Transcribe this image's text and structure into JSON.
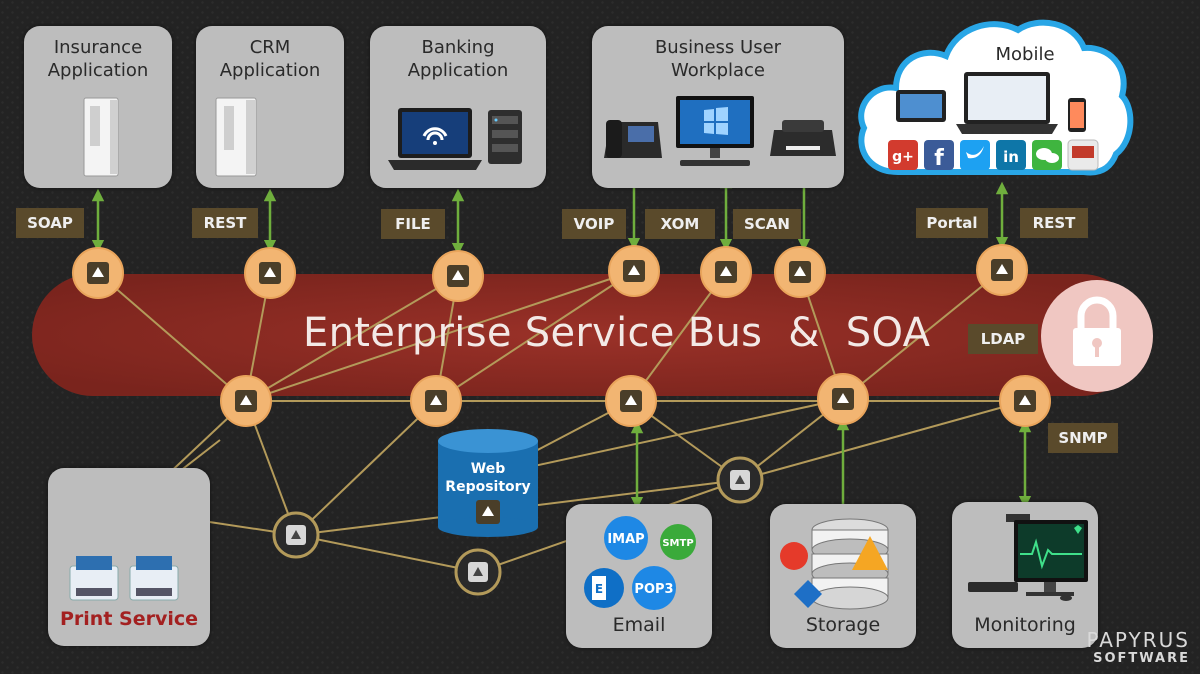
{
  "apps": {
    "insurance": "Insurance\nApplication",
    "crm": "CRM\nApplication",
    "banking": "Banking\nApplication",
    "business": "Business User\nWorkplace",
    "mobile": "Mobile"
  },
  "protocols": {
    "soap": "SOAP",
    "rest1": "REST",
    "file": "FILE",
    "voip": "VOIP",
    "xom": "XOM",
    "scan": "SCAN",
    "portal": "Portal",
    "rest2": "REST",
    "ldap": "LDAP",
    "snmp": "SNMP"
  },
  "bus_title": "Enterprise Service Bus  &  SOA",
  "repository": "Web\nRepository",
  "services": {
    "print": "Print Service",
    "email": "Email",
    "storage": "Storage",
    "monitoring": "Monitoring"
  },
  "email_protocols": {
    "imap": "IMAP",
    "smtp": "SMTP",
    "pop3": "POP3"
  },
  "brand": {
    "line1": "PAPYRUS",
    "line2": "SOFTWARE"
  },
  "colors": {
    "bus": "#8a2a22",
    "node": "#f2b572",
    "line": "#b39a5a",
    "arrow": "#6fae3d",
    "tag": "#5a4a2b",
    "cloud_border": "#29a6e6"
  }
}
